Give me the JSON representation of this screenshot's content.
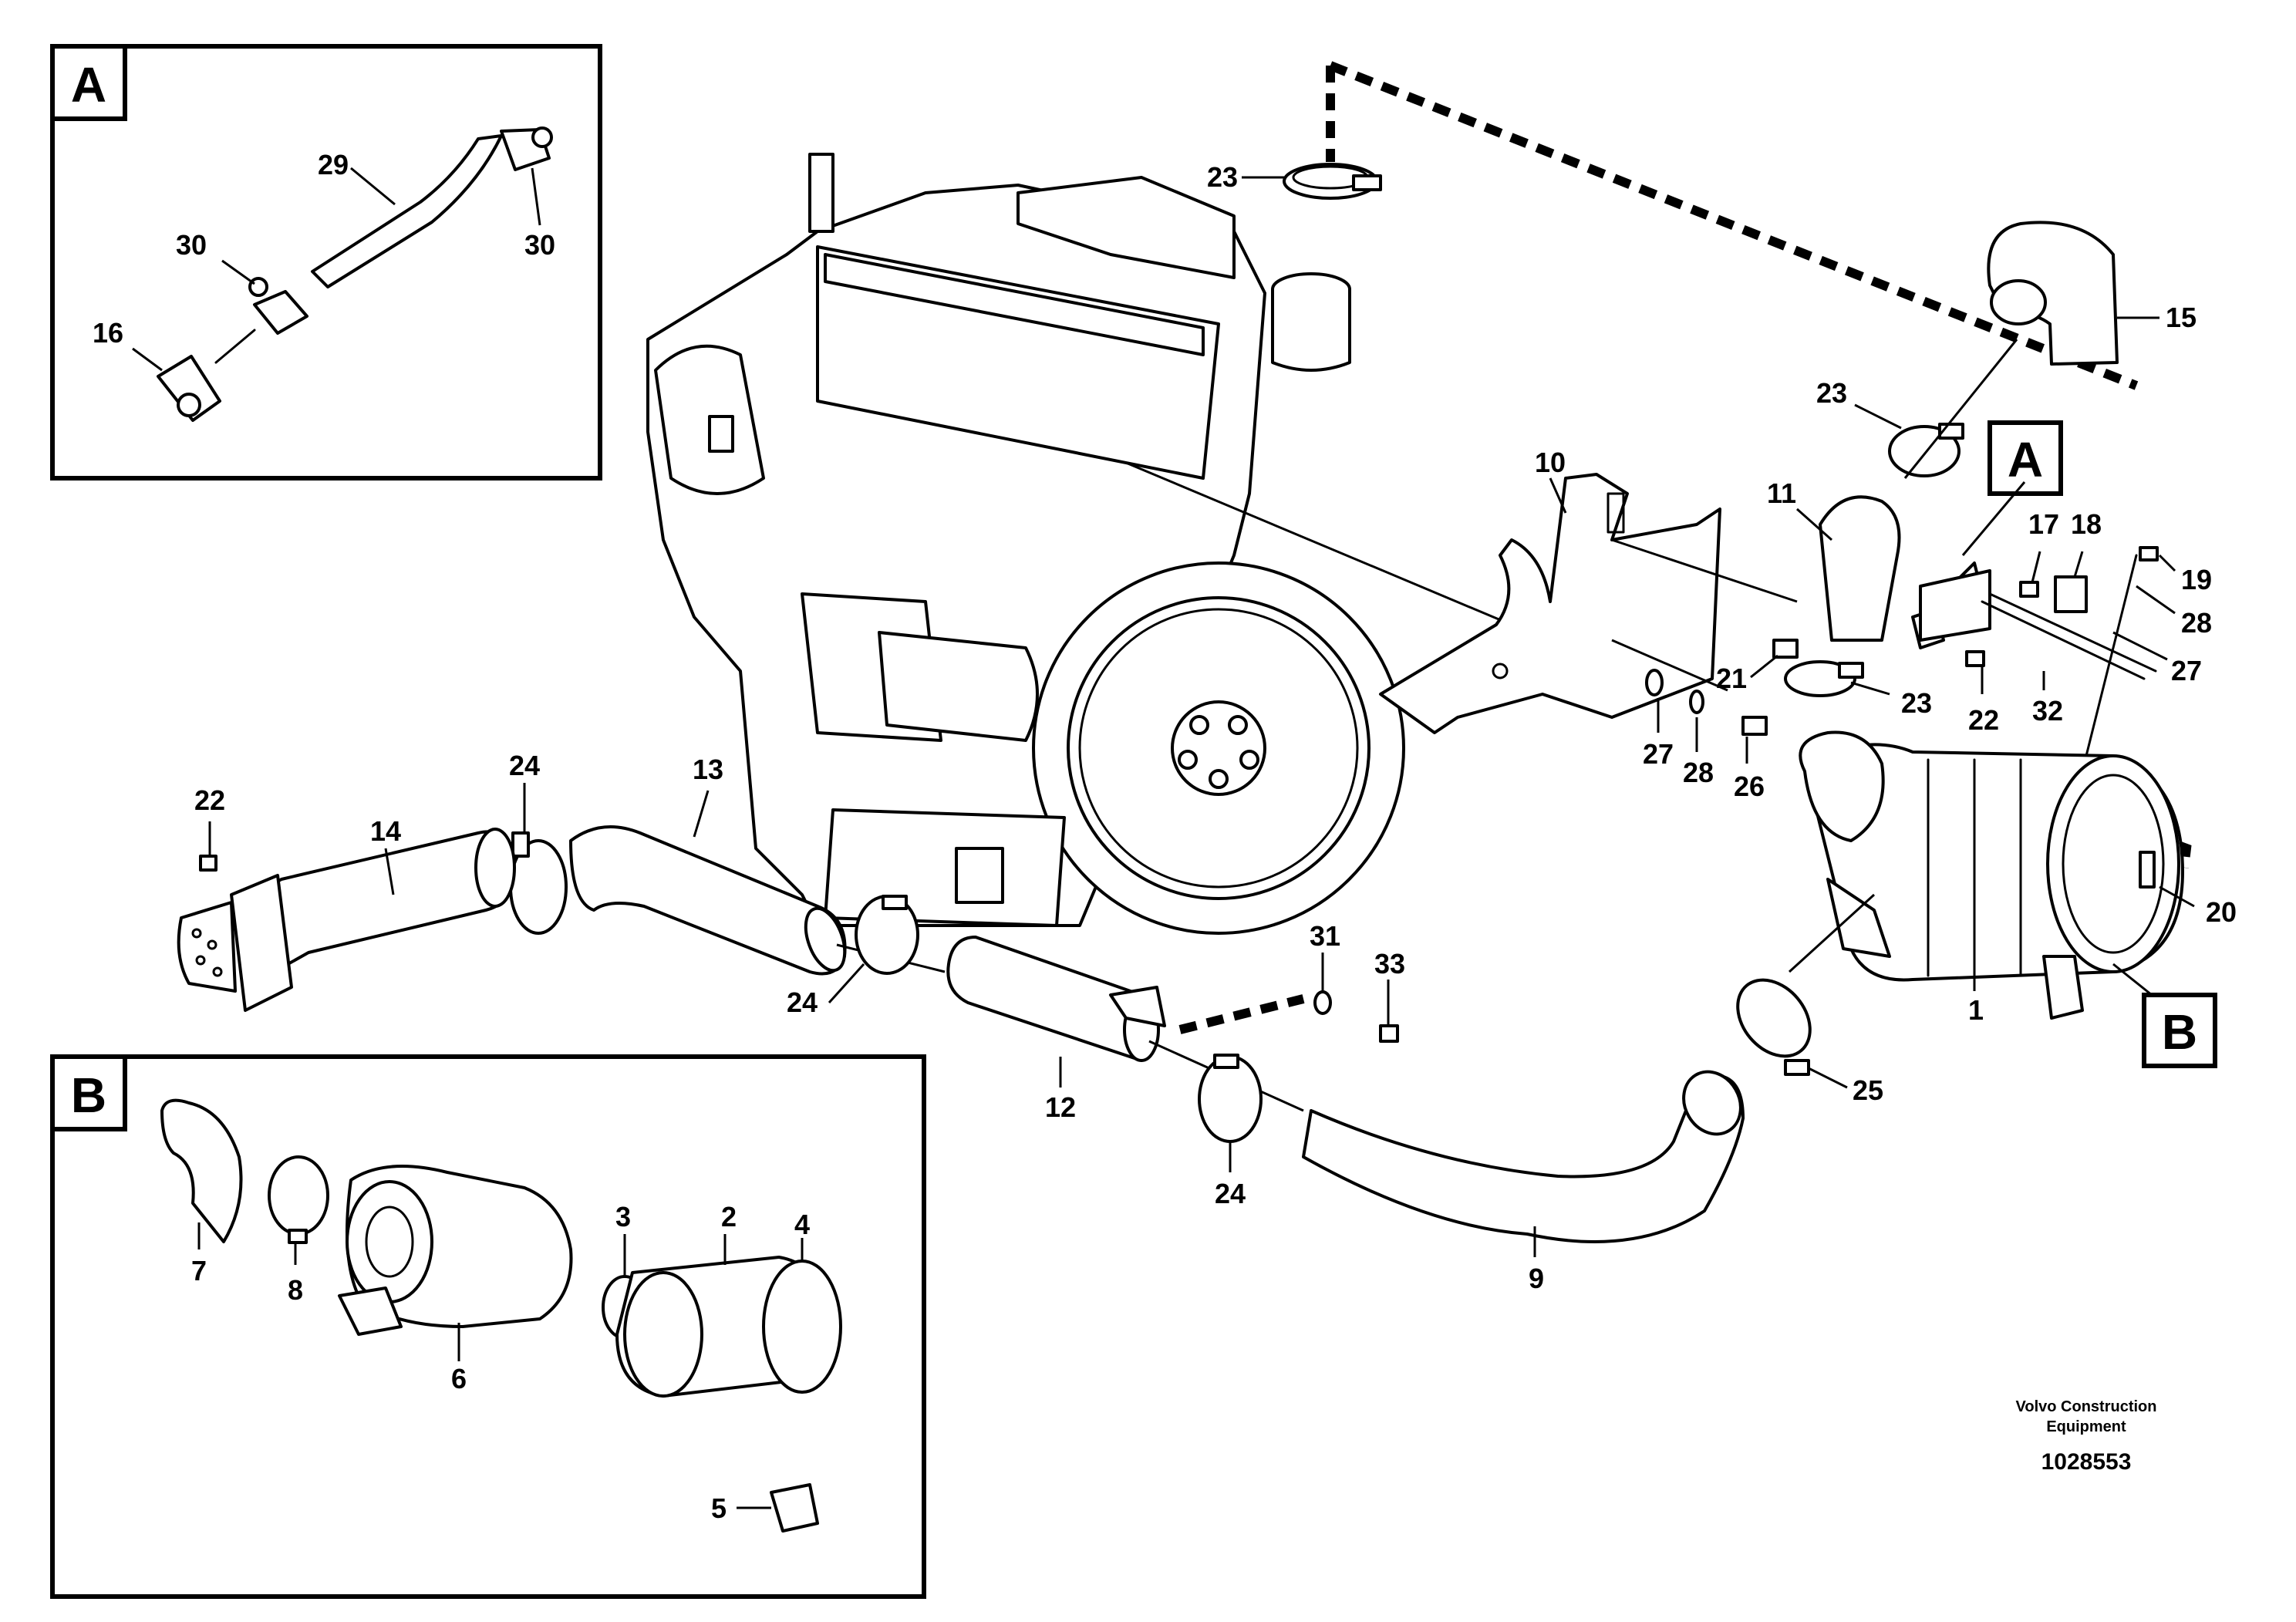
{
  "callouts": {
    "inset_a_29": "29",
    "inset_a_30_left": "30",
    "inset_a_30_right": "30",
    "inset_a_16": "16",
    "c23_top": "23",
    "c15": "15",
    "c23_mid": "23",
    "c10": "10",
    "c11": "11",
    "c17": "17",
    "c18": "18",
    "c19": "19",
    "c28_right": "28",
    "c27_right": "27",
    "c32": "32",
    "c22_right": "22",
    "c21": "21",
    "c23_low": "23",
    "c27_mid": "27",
    "c28_mid": "28",
    "c26": "26",
    "c22_left": "22",
    "c14": "14",
    "c24_top": "24",
    "c13": "13",
    "c24_left": "24",
    "c31": "31",
    "c33": "33",
    "c12": "12",
    "c24_bottom": "24",
    "c9": "9",
    "c25": "25",
    "c1": "1",
    "c20": "20",
    "inset_b_7": "7",
    "inset_b_8": "8",
    "inset_b_6": "6",
    "inset_b_3": "3",
    "inset_b_2": "2",
    "inset_b_4": "4",
    "inset_b_5": "5"
  },
  "insets": {
    "a_tag": "A",
    "b_tag": "B",
    "a_ref_tag": "A",
    "b_ref_tag": "B"
  },
  "watermark": {
    "line1": "Volvo Construction",
    "line2": "Equipment",
    "number": "1028553"
  }
}
